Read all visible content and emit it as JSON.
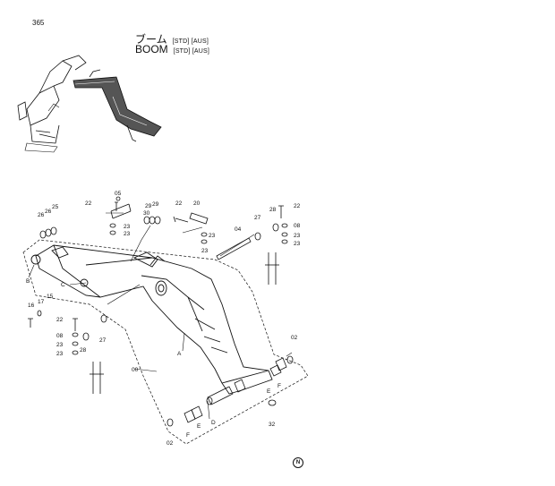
{
  "page_number": "365",
  "title": {
    "jp": "ブーム",
    "jp_tags": "[STD] [AUS]",
    "en": "BOOM",
    "en_tags": "[STD] [AUS]"
  },
  "footer_mark": "N",
  "labels": {
    "l22a": "22",
    "l05": "05",
    "l29": "29",
    "l30": "30",
    "l29b": "29",
    "l22b": "22",
    "l20": "20",
    "l22c": "22",
    "l26": "26",
    "l25": "25",
    "l26b": "26",
    "l23a": "23",
    "l23b": "23",
    "l23c": "23",
    "l23d": "23",
    "l04": "04",
    "l27": "27",
    "l28": "28",
    "l08": "08",
    "l23e": "23",
    "l23f": "23",
    "lB": "B",
    "lC": "C",
    "l17": "17",
    "l15": "15",
    "l16": "16",
    "l22d": "22",
    "l08b": "08",
    "l23g": "23",
    "l23h": "23",
    "l28b": "28",
    "l27b": "27",
    "lA": "A",
    "l00": "00",
    "lD": "D",
    "lE": "E",
    "lF": "F",
    "l02": "02",
    "lE2": "E",
    "lF2": "F",
    "l02b": "02",
    "l32": "32"
  }
}
